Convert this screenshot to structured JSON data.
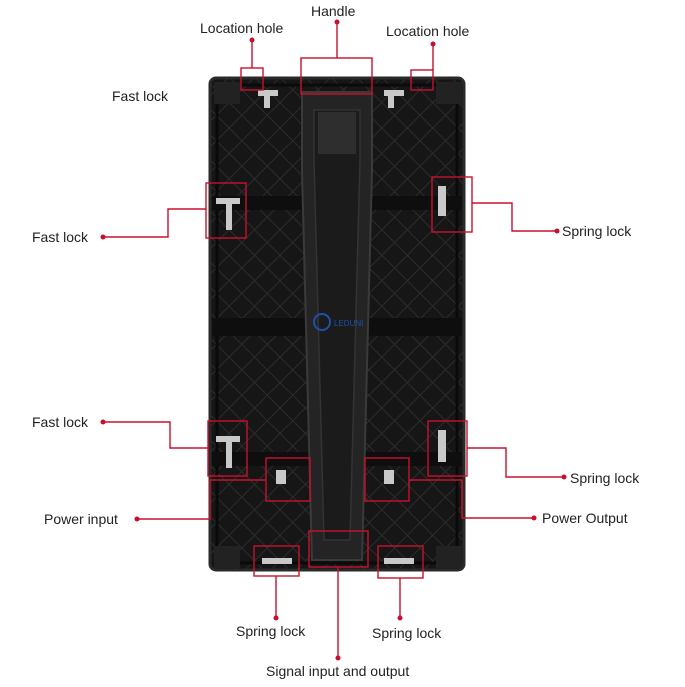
{
  "labels": {
    "handle": "Handle",
    "location_hole_left": "Location hole",
    "location_hole_right": "Location hole",
    "fast_lock_top": "Fast lock",
    "fast_lock_mid": "Fast lock",
    "fast_lock_bottom": "Fast lock",
    "spring_lock_right_top": "Spring lock",
    "spring_lock_right_bottom": "Spring lock",
    "spring_lock_bottom_left": "Spring lock",
    "spring_lock_bottom_right": "Spring lock",
    "power_input": "Power input",
    "power_output": "Power Output",
    "signal": "Signal input and output"
  },
  "colors": {
    "callout": "#c8102e",
    "panel": "#141414",
    "panel_edge": "#2a2a2a",
    "text": "#222222"
  },
  "logo_text": "LEDUNI"
}
